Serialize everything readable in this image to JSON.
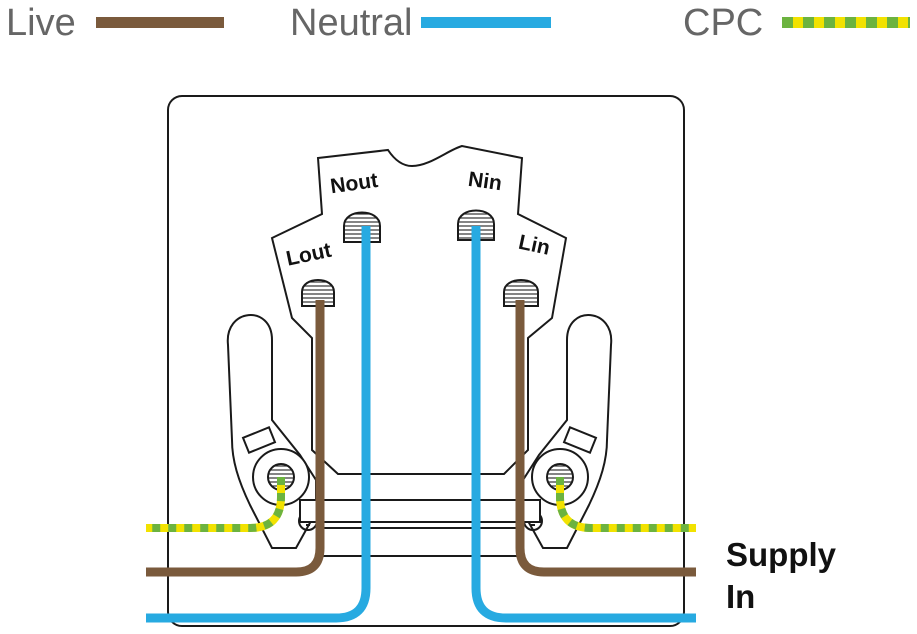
{
  "legend": {
    "live": {
      "label": "Live",
      "color": "#7a5a3c"
    },
    "neutral": {
      "label": "Neutral",
      "color": "#27aae1"
    },
    "cpc": {
      "label": "CPC",
      "color_green": "#6cb33f",
      "color_yellow": "#f2e200"
    }
  },
  "terminals": {
    "lout": "Lout",
    "nout": "Nout",
    "nin": "Nin",
    "lin": "Lin"
  },
  "supply": {
    "line1": "Supply",
    "line2": "In"
  },
  "icons": {
    "earth_left": "earth-ground-icon",
    "earth_right": "earth-ground-icon"
  }
}
